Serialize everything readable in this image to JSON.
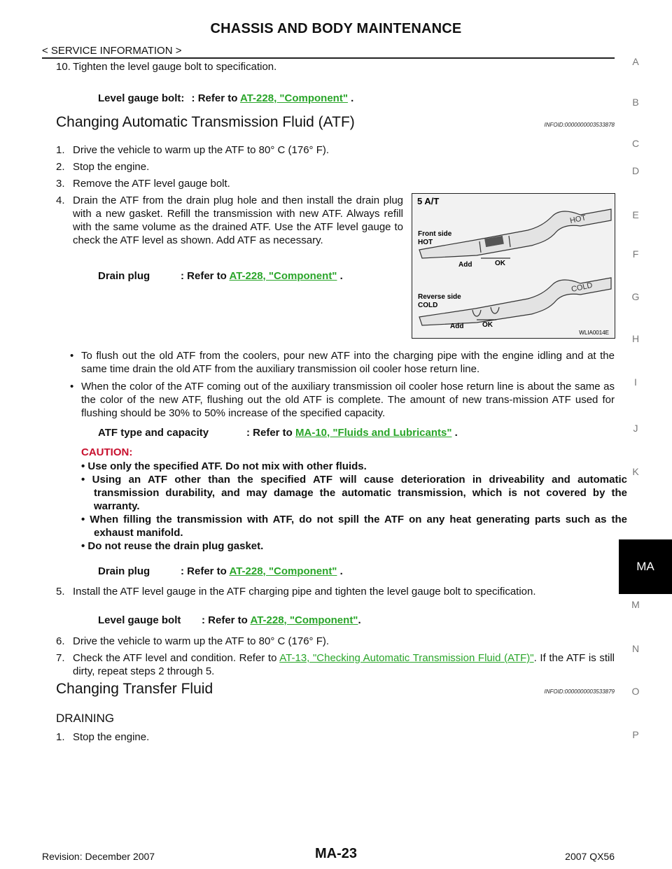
{
  "header": {
    "title": "CHASSIS AND BODY MAINTENANCE",
    "breadcrumb": "< SERVICE INFORMATION >"
  },
  "step10": {
    "num": "10.",
    "text": "Tighten the level gauge bolt to specification."
  },
  "spec_level1": {
    "label": "Level gauge bolt:",
    "ref": ": Refer to",
    "link": "AT-228, \"Component\"",
    "tail": " ."
  },
  "section_atf": {
    "title": "Changing Automatic Transmission Fluid (ATF)",
    "infoid": "INFOID:0000000003533878"
  },
  "steps_atf": [
    {
      "num": "1.",
      "text": "Drive the vehicle to warm up the ATF to 80° C (176° F)."
    },
    {
      "num": "2.",
      "text": "Stop the engine."
    },
    {
      "num": "3.",
      "text": "Remove the ATF level gauge bolt."
    }
  ],
  "step4": {
    "num": "4.",
    "text": "Drain the ATF from the drain plug hole and then install the drain plug with a new gasket. Refill the transmission with new ATF. Always refill with the same volume as the drained ATF. Use the ATF level gauge to check the ATF level as shown. Add ATF as necessary."
  },
  "spec_drain1": {
    "label": "Drain plug",
    "ref": ": Refer to",
    "link": "AT-228, \"Component\"",
    "tail": " ."
  },
  "figure": {
    "title": "5 A/T",
    "front_label_1": "Front side",
    "front_label_2": "HOT",
    "hot_mark": "HOT",
    "add1": "Add",
    "ok1": "OK",
    "reverse_label_1": "Reverse side",
    "reverse_label_2": "COLD",
    "cold_mark": "COLD",
    "add2": "Add",
    "ok2": "OK",
    "code": "WLIA0014E"
  },
  "bullets": [
    "To flush out the old ATF from the coolers, pour new ATF into the charging pipe with the engine idling and at the same time drain the old ATF from the auxiliary transmission oil cooler hose return line.",
    "When the color of the ATF coming out of the auxiliary transmission oil cooler hose return line is about the same as the color of the new ATF, flushing out the old ATF is complete. The amount of new trans-mission ATF used for flushing should be 30% to 50% increase of the specified capacity."
  ],
  "spec_atf_type": {
    "label": "ATF type and capacity",
    "ref": ": Refer to",
    "link": "MA-10, \"Fluids and Lubricants\"",
    "tail": " ."
  },
  "caution": {
    "heading": "CAUTION:",
    "items": [
      "• Use only the specified ATF. Do not mix with other fluids.",
      "• Using an ATF other than the specified ATF will cause deterioration in driveability and automatic transmission durability, and may damage the automatic transmission, which is not covered by the warranty.",
      "• When filling the transmission with ATF, do not spill the ATF on any heat generating parts such as the exhaust manifold.",
      "• Do not reuse the drain plug gasket."
    ]
  },
  "spec_drain2": {
    "label": "Drain plug",
    "ref": ": Refer to",
    "link": "AT-228, \"Component\"",
    "tail": " ."
  },
  "step5": {
    "num": "5.",
    "text": "Install the ATF level gauge in the ATF charging pipe and tighten the level gauge bolt to specification."
  },
  "spec_level2": {
    "label": "Level gauge bolt",
    "ref": ": Refer to",
    "link": "AT-228, \"Component\"",
    "tail": "."
  },
  "step6": {
    "num": "6.",
    "text": "Drive the vehicle to warm up the ATF to 80° C (176° F)."
  },
  "step7": {
    "num": "7.",
    "pre": "Check the ATF level and condition. Refer to ",
    "link": "AT-13, \"Checking Automatic Transmission Fluid (ATF)\"",
    "post": ". If the ATF is still dirty, repeat steps 2 through 5."
  },
  "section_transfer": {
    "title": "Changing Transfer Fluid",
    "infoid": "INFOID:0000000003533879"
  },
  "draining": {
    "heading": "DRAINING",
    "step1_num": "1.",
    "step1_text": "Stop the engine."
  },
  "side_index": [
    "A",
    "B",
    "C",
    "D",
    "E",
    "F",
    "G",
    "H",
    "I",
    "J",
    "K",
    "M",
    "N",
    "O",
    "P"
  ],
  "side_tab": "MA",
  "footer": {
    "revision": "Revision: December 2007",
    "page": "MA-23",
    "model": "2007 QX56"
  }
}
